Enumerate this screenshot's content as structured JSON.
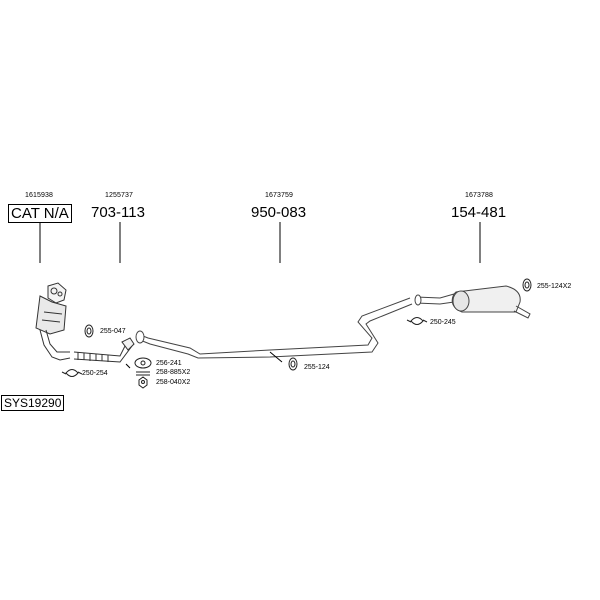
{
  "system_code": "SYS19290",
  "parts": [
    {
      "ref": "1615938",
      "code": "CAT N/A"
    },
    {
      "ref": "1255737",
      "code": "703-113"
    },
    {
      "ref": "1673759",
      "code": "950-083"
    },
    {
      "ref": "1673788",
      "code": "154-481"
    }
  ],
  "accessories": {
    "a1": "255-047",
    "a2": "250-254",
    "a3": "256-241",
    "a4": "258-885X2",
    "a5": "258-040X2",
    "a6": "255-124",
    "a7": "250-245",
    "a8": "255-124X2"
  }
}
